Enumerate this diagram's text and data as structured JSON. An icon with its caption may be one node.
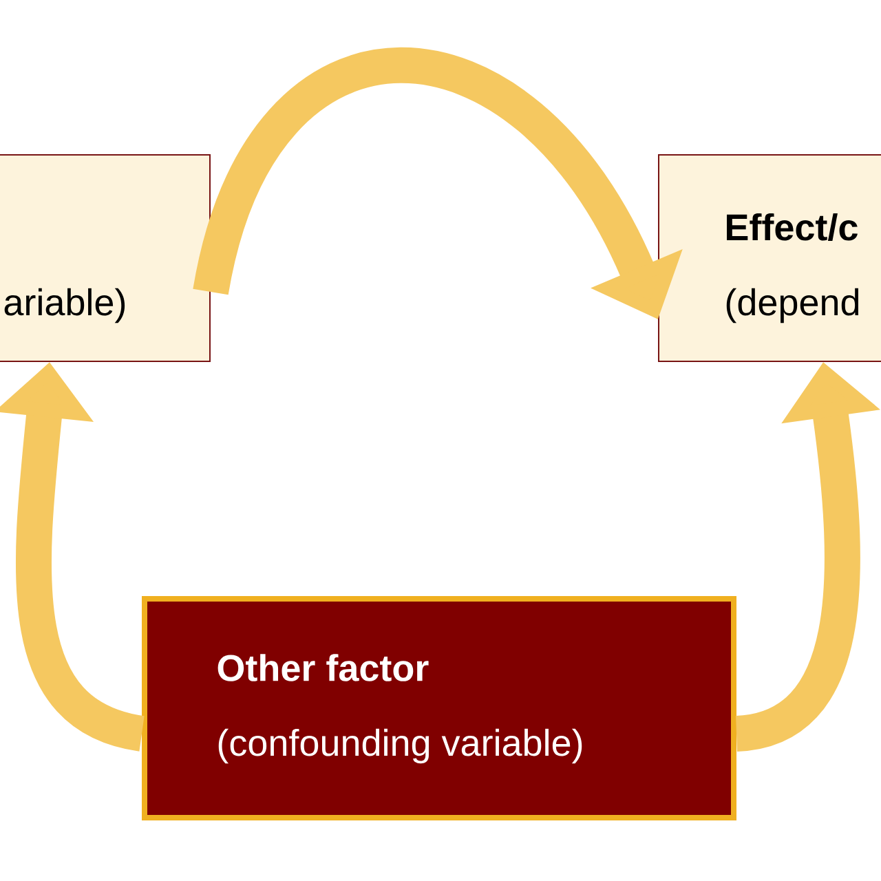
{
  "diagram": {
    "nodes": [
      {
        "text": [
          "ariable)"
        ]
      },
      {
        "text": [
          "Effect/c",
          "(depend"
        ]
      },
      {
        "text": [
          "Other factor",
          "(confounding variable)"
        ]
      }
    ],
    "edges": [
      {
        "from": 0,
        "to": 1,
        "arrow": "to"
      },
      {
        "from": 2,
        "to": 0,
        "arrow": "to"
      },
      {
        "from": 2,
        "to": 1,
        "arrow": "to"
      }
    ]
  }
}
